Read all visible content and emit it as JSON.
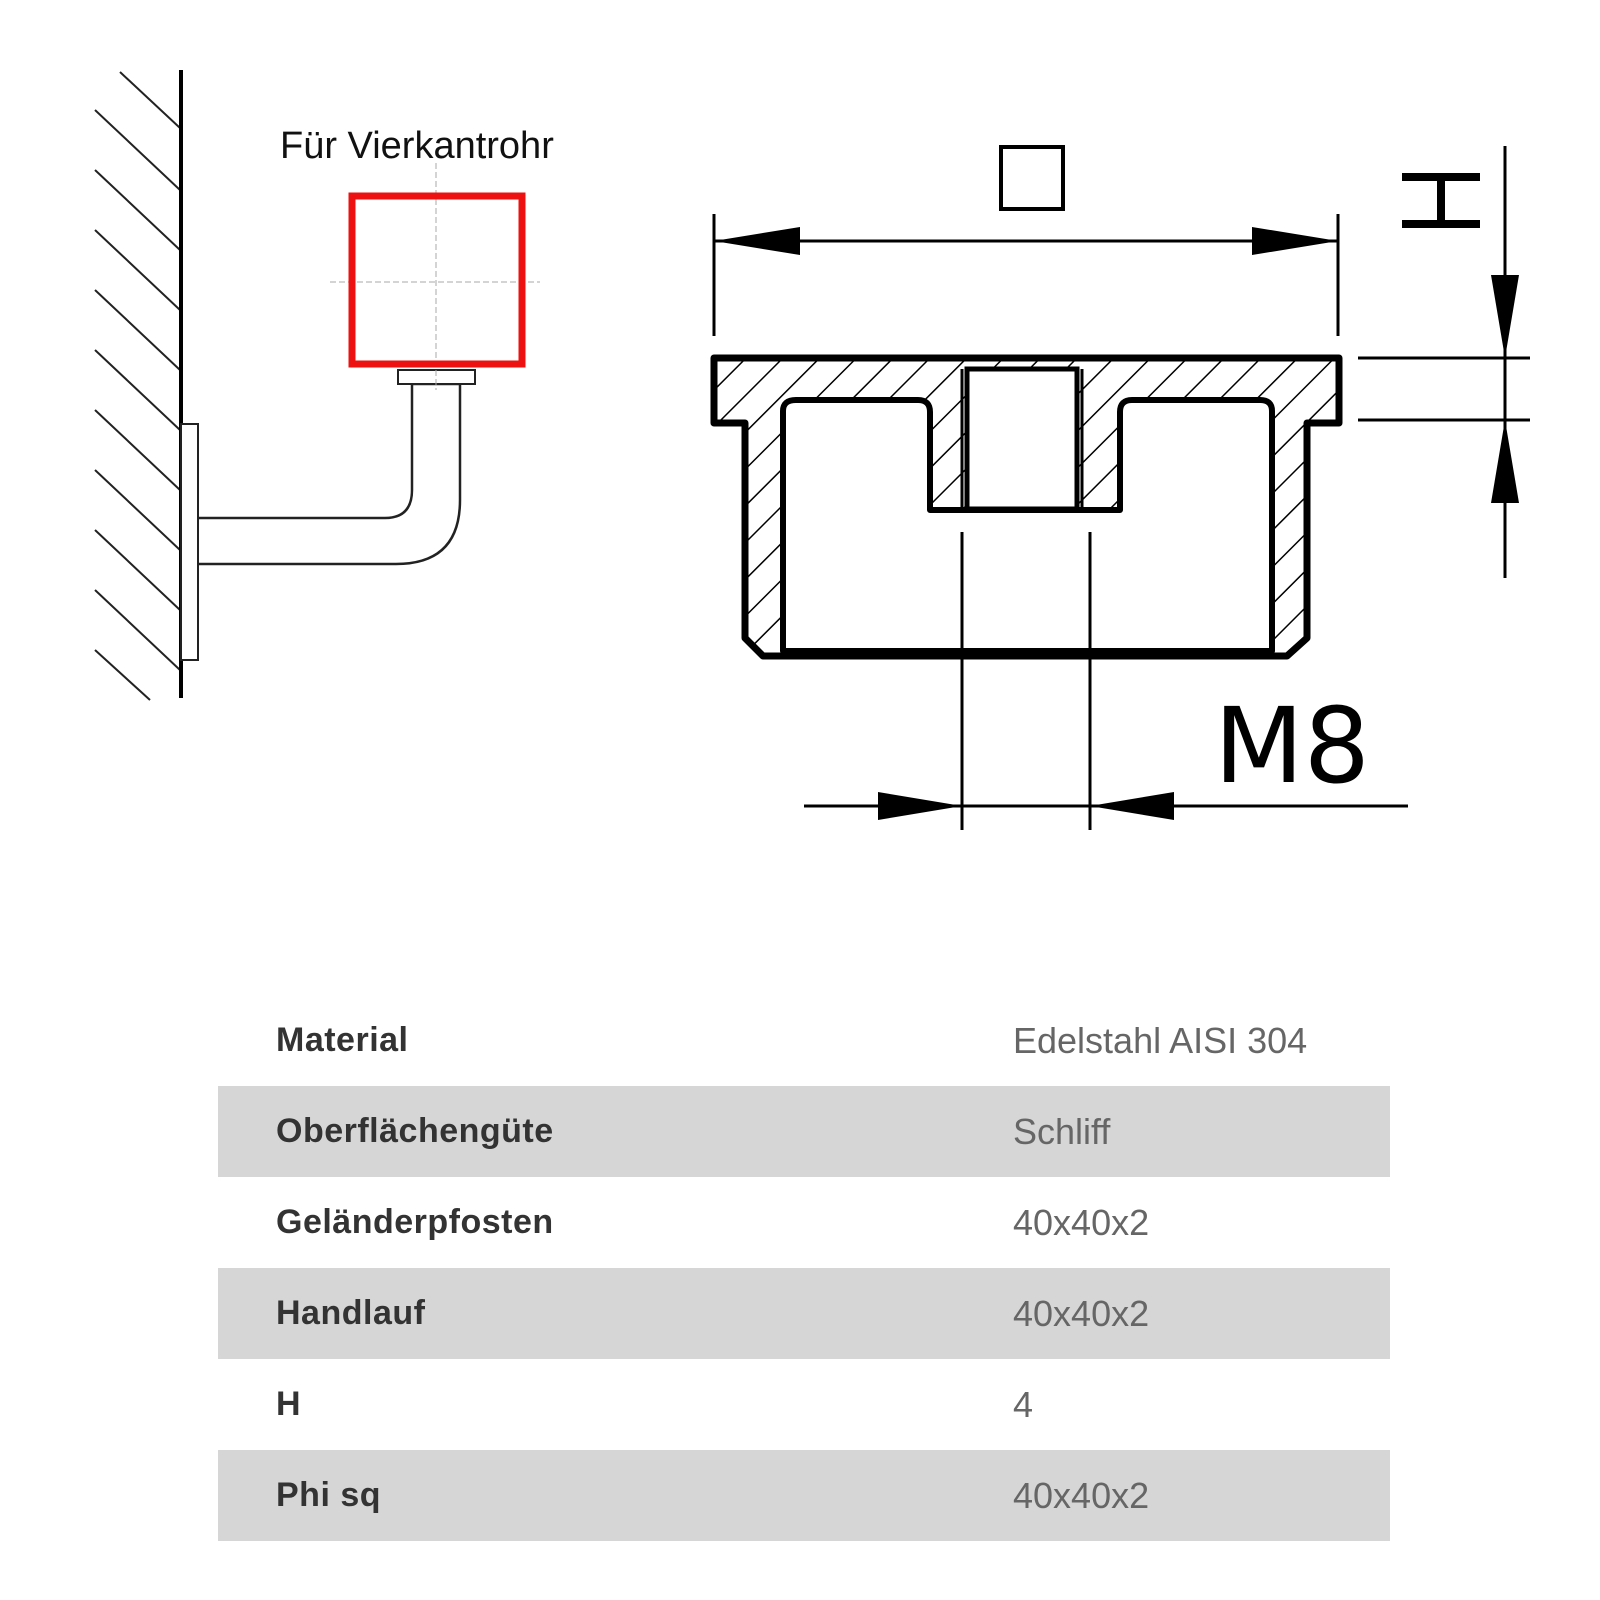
{
  "drawing": {
    "caption": "Für Vierkantrohr",
    "thread_label": "M8",
    "height_label": "H",
    "square_symbol": "□",
    "highlight_color": "#ee1111"
  },
  "specs": [
    {
      "label": "Material",
      "value": "Edelstahl AISI 304"
    },
    {
      "label": "Oberflächengüte",
      "value": "Schliff"
    },
    {
      "label": "Geländerpfosten",
      "value": "40x40x2"
    },
    {
      "label": "Handlauf",
      "value": "40x40x2"
    },
    {
      "label": "H",
      "value": "4"
    },
    {
      "label": "Phi sq",
      "value": "40x40x2"
    }
  ]
}
